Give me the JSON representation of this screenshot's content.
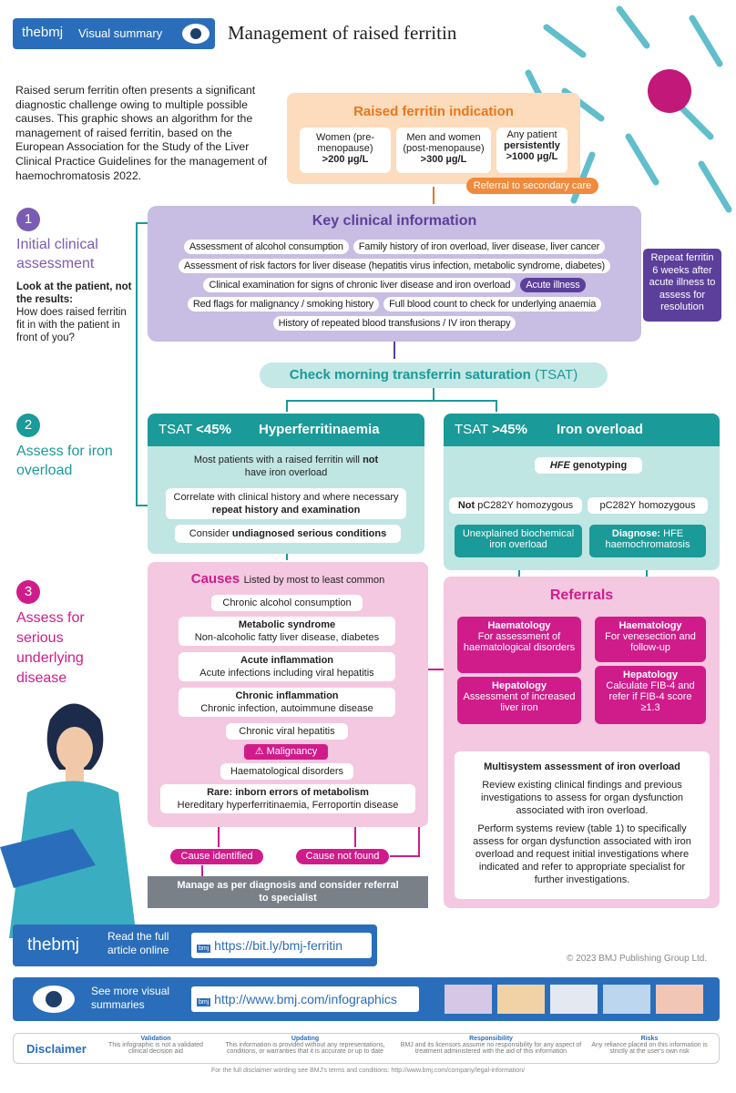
{
  "header": {
    "brand": "thebmj",
    "label": "Visual summary",
    "title": "Management of raised ferritin"
  },
  "intro": "Raised serum ferritin often presents a significant diagnostic challenge owing to multiple possible causes. This graphic shows an algorithm for the management of raised ferritin, based on the European Association for the Study of the Liver Clinical Practice Guidelines for the management of haemochromatosis 2022.",
  "steps": [
    {
      "num": "1",
      "title": "Initial clinical assessment",
      "bold": "Look at the patient, not the results:",
      "text": "How does raised ferritin fit in with the patient in front of you?"
    },
    {
      "num": "2",
      "title": "Assess for iron overload"
    },
    {
      "num": "3",
      "title": "Assess for serious underlying disease"
    }
  ],
  "indication": {
    "title": "Raised ferritin indication",
    "groups": [
      {
        "who": "Women (pre-menopause)",
        "value": ">200 µg/L"
      },
      {
        "who": "Men and women (post-menopause)",
        "value": ">300 µg/L"
      },
      {
        "who": "Any patient",
        "bold": "persistently",
        "value": ">1000 µg/L"
      }
    ],
    "referral": "Referral to secondary care"
  },
  "key_info": {
    "title": "Key clinical information",
    "items": [
      "Assessment of alcohol consumption",
      "Family history of iron overload, liver disease, liver cancer",
      "Assessment of risk factors for liver disease (hepatitis virus infection, metabolic syndrome, diabetes)",
      "Clinical examination for signs of chronic liver disease and iron overload",
      "Red flags for malignancy / smoking history",
      "Full blood count to check for underlying anaemia",
      "History of repeated blood transfusions / IV iron therapy"
    ],
    "acute": "Acute illness",
    "repeat": "Repeat ferritin 6 weeks after acute illness to assess for resolution"
  },
  "tsat": {
    "label": "Check morning transferrin saturation",
    "abbr": "(TSAT)"
  },
  "hyper": {
    "tsat": "TSAT",
    "value": "<45%",
    "title": "Hyperferritinaemia",
    "text1": "Most patients with a raised ferritin will",
    "text1b": "not",
    "text1c": "have iron overload",
    "text2": "Correlate with clinical history and where necessary",
    "text2b": "repeat history and examination",
    "text3": "Consider",
    "text3b": "undiagnosed serious conditions"
  },
  "overload": {
    "tsat": "TSAT",
    "value": ">45%",
    "title": "Iron overload",
    "hfe": "HFE",
    "hfe_rest": "genotyping",
    "not": "Not",
    "not_rest": "pC282Y homozygous",
    "yes": "pC282Y homozygous",
    "unexplained": "Unexplained biochemical iron overload",
    "diagnose": "Diagnose:",
    "diagnose_rest": "HFE haemochromatosis"
  },
  "causes": {
    "title": "Causes",
    "subtitle": "Listed by most to least common",
    "items": [
      {
        "title": "Chronic alcohol consumption"
      },
      {
        "title": "Metabolic syndrome",
        "text": "Non-alcoholic fatty liver disease, diabetes"
      },
      {
        "title": "Acute inflammation",
        "text": "Acute infections including viral hepatitis"
      },
      {
        "title": "Chronic inflammation",
        "text": "Chronic infection, autoimmune disease"
      },
      {
        "title": "Chronic viral hepatitis"
      },
      {
        "title": "Malignancy"
      },
      {
        "title": "Haematological disorders"
      },
      {
        "title": "Rare: inborn errors of metabolism",
        "text": "Hereditary hyperferritinaemia, Ferroportin disease"
      }
    ],
    "identified": "Cause identified",
    "not_found": "Cause not found",
    "manage": "Manage as per diagnosis and consider referral to specialist"
  },
  "referrals": {
    "title": "Referrals",
    "boxes": [
      {
        "title": "Haematology",
        "text": "For assessment of haematological disorders"
      },
      {
        "title": "Hepatology",
        "text": "Assessment of increased liver iron"
      },
      {
        "title": "Haematology",
        "text": "For venesection and follow-up"
      },
      {
        "title": "Hepatology",
        "text": "Calculate FIB-4 and refer if FIB-4 score ≥1.3"
      }
    ],
    "multi_title": "Multisystem assessment of iron overload",
    "multi_p1": "Review existing clinical findings and previous investigations to assess for organ dysfunction associated with iron overload.",
    "multi_p2": "Perform systems review (table 1) to specifically assess for organ dysfunction associated with iron overload and request initial investigations where indicated and refer to appropriate specialist for further investigations."
  },
  "footer": {
    "brand": "thebmj",
    "read": "Read the full article online",
    "article_url": "https://bit.ly/bmj-ferritin",
    "copyright": "© 2023 BMJ Publishing Group Ltd.",
    "more": "See more visual summaries",
    "more_url": "http://www.bmj.com/infographics",
    "badge": "bmj",
    "disclaimer": "Disclaimer",
    "cols": [
      {
        "h": "Validation",
        "t": "This infographic is not a validated clinical decision aid"
      },
      {
        "h": "Updating",
        "t": "This information is provided without any representations, conditions, or warranties that it is accurate or up to date"
      },
      {
        "h": "Responsibility",
        "t": "BMJ and its licensors assume no responsibility for any aspect of treatment administered with the aid of this information"
      },
      {
        "h": "Risks",
        "t": "Any reliance placed on this information is strictly at the user's own risk"
      }
    ],
    "full": "For the full disclaimer wording see BMJ's terms and conditions: http://www.bmj.com/company/legal-information/"
  },
  "colors": {
    "blue": "#2a6ebb",
    "orange": "#e8771e",
    "purple": "#5b3f9b",
    "teal": "#1a9a98",
    "magenta": "#d01c8b"
  }
}
